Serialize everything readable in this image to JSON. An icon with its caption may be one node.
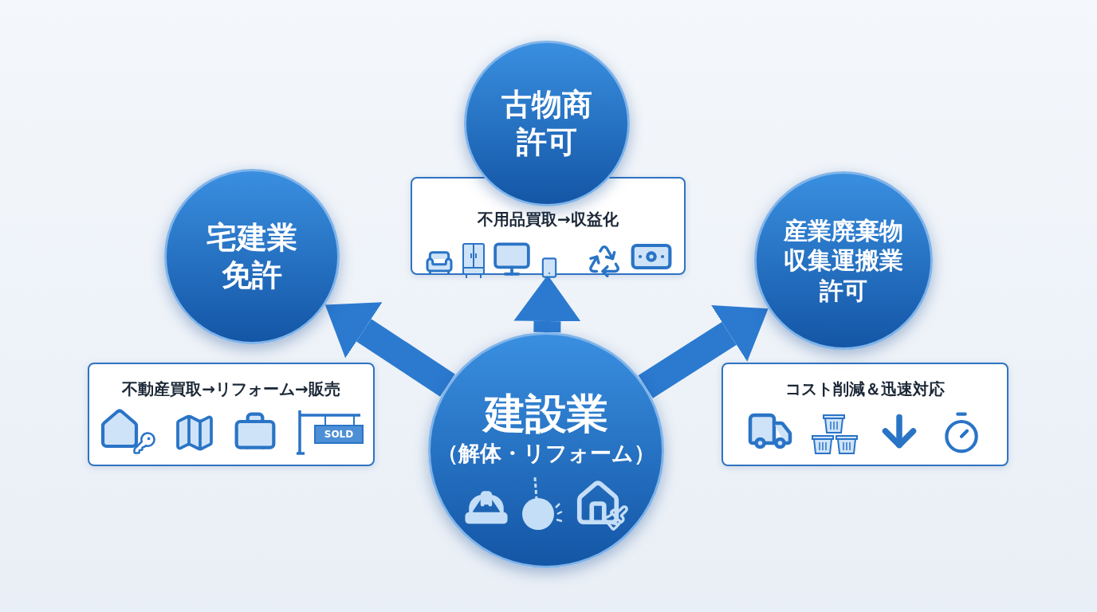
{
  "diagram": {
    "nodes": [
      {
        "text": [
          "建設業",
          "（解体・リフォーム）"
        ]
      },
      {
        "text": [
          "古物商許可"
        ]
      },
      {
        "text": [
          "不用品買取→収益化"
        ]
      },
      {
        "text": [
          "宅建業免許"
        ]
      },
      {
        "text": [
          "不動産買取→リフォーム→販売"
        ]
      },
      {
        "text": [
          "産業廃棄物収集運搬業許可"
        ]
      },
      {
        "text": [
          "コスト削減＆迅速対応"
        ]
      }
    ],
    "edges": [
      {
        "from": 0,
        "to": 2,
        "arrow": "to"
      },
      {
        "from": 0,
        "to": 3,
        "arrow": "to"
      },
      {
        "from": 0,
        "to": 5,
        "arrow": "to"
      }
    ],
    "labels": [
      "SOLD"
    ]
  }
}
